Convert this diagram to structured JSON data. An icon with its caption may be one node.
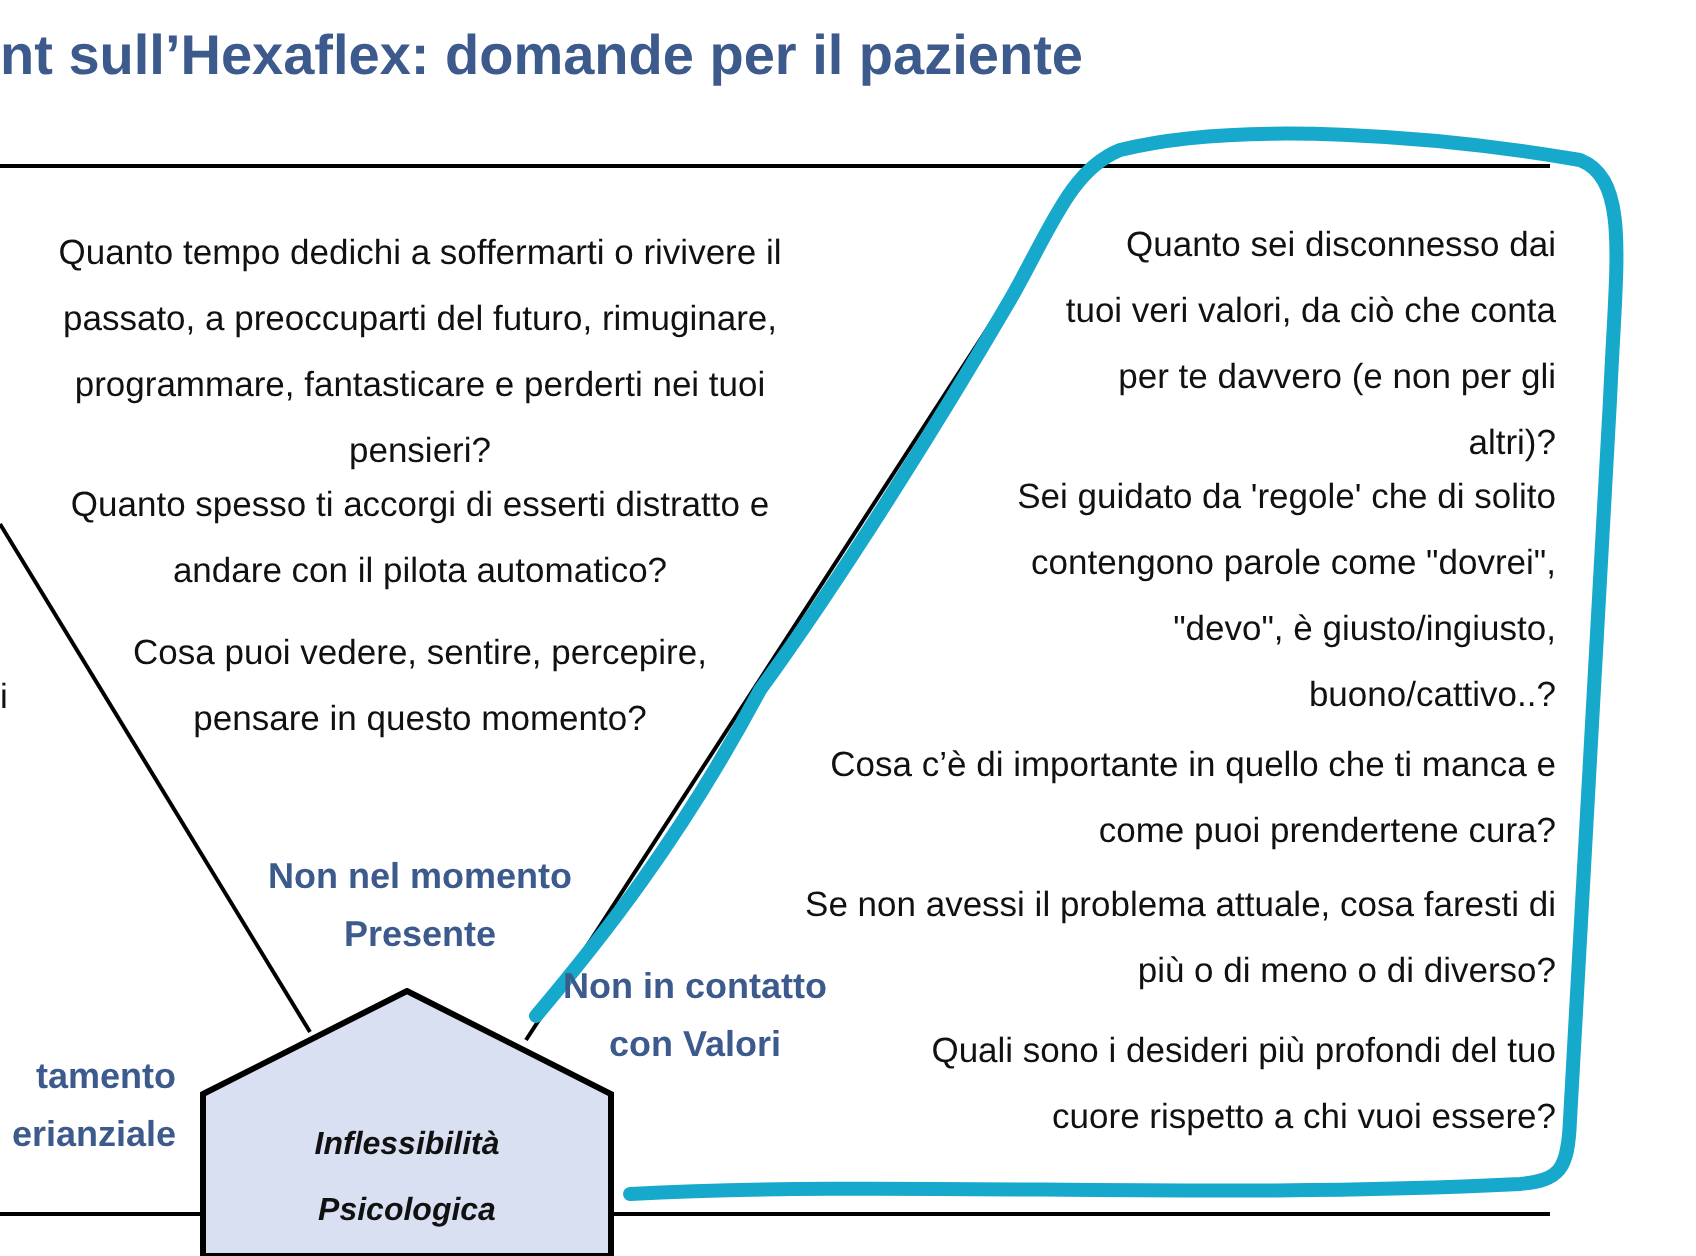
{
  "diagram": {
    "title": "nt sull’Hexaflex: domande per il paziente",
    "nodes": [
      {
        "text": [
          "Inflessibilità Psicologica"
        ]
      }
    ],
    "labels": [
      "Quanto tempo dedichi a soffermarti o rivivere il passato, a preoccuparti del futuro, rimuginare, programmare, fantasticare e perderti nei tuoi pensieri?",
      "Quanto spesso ti accorgi di esserti distratto e andare con il pilota automatico?",
      "Cosa puoi vedere, sentire, percepire, pensare in questo momento?",
      "Quanto sei disconnesso dai tuoi veri valori, da ciò che conta per te davvero (e non per gli altri)?",
      "Sei guidato da 'regole' che di solito contengono parole come \"dovrei\", \"devo\", è giusto/ingiusto, buono/cattivo..?",
      "i",
      "Cosa c’è di importante in quello che ti manca e come puoi prendertene cura?",
      "Se non avessi il problema attuale, cosa faresti di più o di meno o di diverso?",
      "Non nel momento Presente",
      "Quali sono i desideri più profondi del tuo cuore rispetto a chi vuoi essere?",
      "Non in contatto con Valori",
      "tamento erianziale"
    ]
  }
}
